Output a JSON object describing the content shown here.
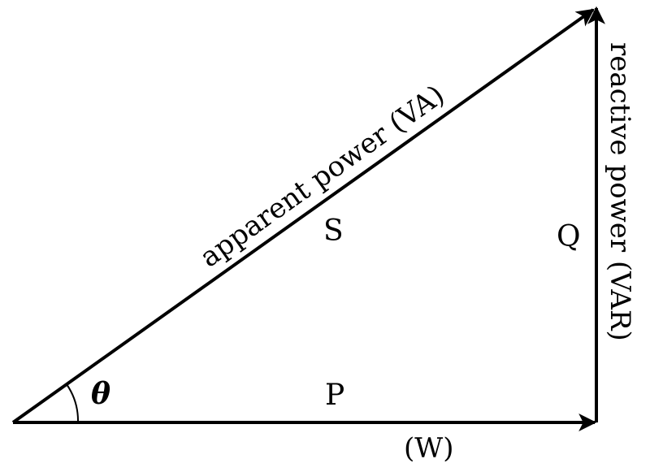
{
  "diagram": {
    "hypotenuse_label": "apparent power (VA)",
    "vertical_label": "reactive power (VAR)",
    "bottom_label": "(W)",
    "hypotenuse_symbol": "S",
    "vertical_symbol": "Q",
    "horizontal_symbol": "P",
    "angle_symbol": "θ",
    "line_color": "#000000",
    "background_color": "#ffffff"
  }
}
